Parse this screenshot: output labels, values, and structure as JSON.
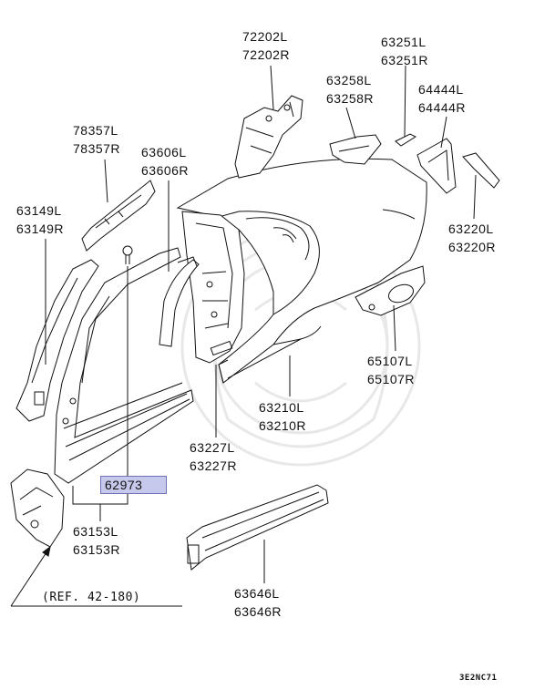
{
  "parts": {
    "p72202": {
      "left": "72202L",
      "right": "72202R"
    },
    "p63251": {
      "left": "63251L",
      "right": "63251R"
    },
    "p63258": {
      "left": "63258L",
      "right": "63258R"
    },
    "p64444": {
      "left": "64444L",
      "right": "64444R"
    },
    "p78357": {
      "left": "78357L",
      "right": "78357R"
    },
    "p63606": {
      "left": "63606L",
      "right": "63606R"
    },
    "p63149": {
      "left": "63149L",
      "right": "63149R"
    },
    "p63220": {
      "left": "63220L",
      "right": "63220R"
    },
    "p65107": {
      "left": "65107L",
      "right": "65107R"
    },
    "p63210": {
      "left": "63210L",
      "right": "63210R"
    },
    "p63227": {
      "left": "63227L",
      "right": "63227R"
    },
    "p63153": {
      "left": "63153L",
      "right": "63153R"
    },
    "p63646": {
      "left": "63646L",
      "right": "63646R"
    }
  },
  "highlighted_part": "62973",
  "reference_note": "(REF. 42-180)",
  "diagram_code": "3E2NC71",
  "colors": {
    "highlight_fill": "#c7c9ec",
    "highlight_border": "#6e73b8",
    "line": "#111111"
  }
}
